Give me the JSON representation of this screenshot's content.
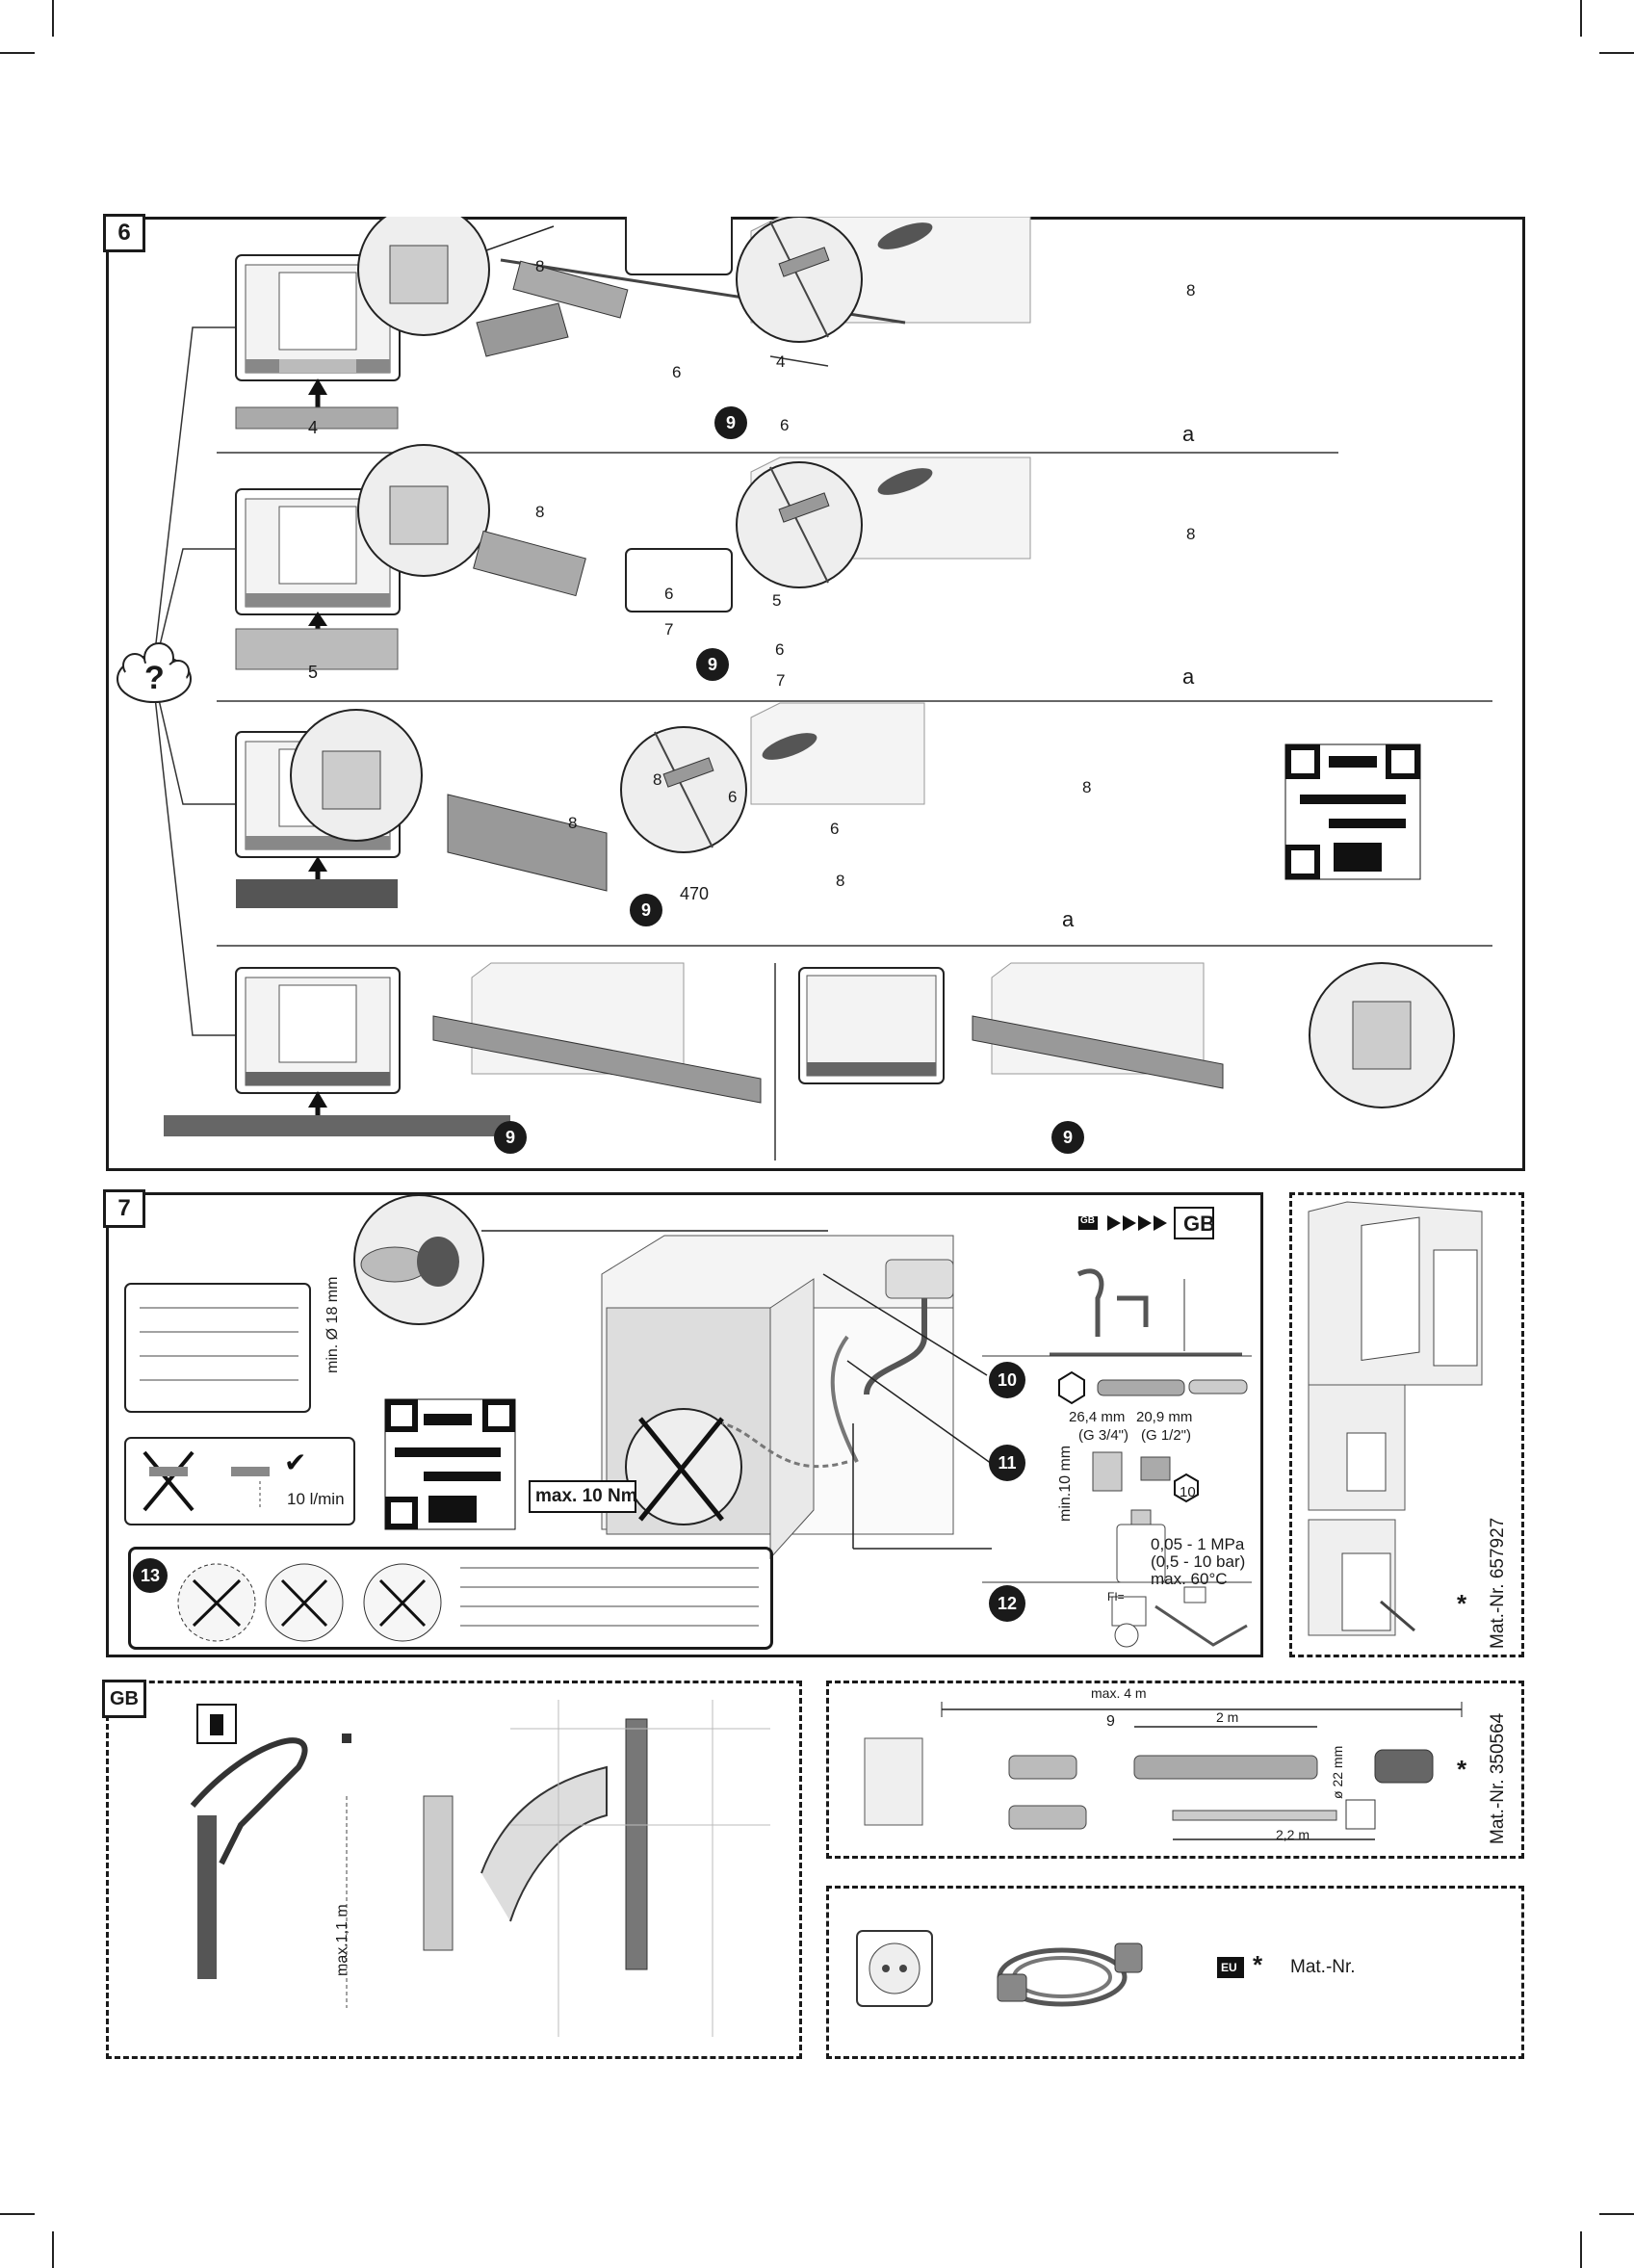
{
  "section6": {
    "step": "6",
    "question_mark": "?",
    "panel_labels": {
      "p4": "4",
      "p5": "5"
    },
    "rows": [
      {
        "hex_labels": [
          "8",
          "6",
          "4",
          "6",
          "8"
        ],
        "callout": "9",
        "dim": "a"
      },
      {
        "hex_labels": [
          "8",
          "6",
          "7",
          "5",
          "6",
          "7",
          "8"
        ],
        "callout": "9",
        "dim": "a"
      },
      {
        "hex_labels": [
          "8",
          "8",
          "6",
          "6",
          "8",
          "8"
        ],
        "callout": "9",
        "dim": "a",
        "length": "470"
      },
      {
        "callout_left": "9",
        "callout_right": "9"
      }
    ]
  },
  "section7": {
    "step": "7",
    "hose_diameter": "min. Ø 18 mm",
    "flow_rate": "10 l/min",
    "torque": "max. 10 Nm",
    "callouts": [
      "10",
      "11",
      "12",
      "13"
    ],
    "gb_arrow_label": "GB",
    "gb_box_label": "GB",
    "thread_size_1": "26,4 mm",
    "thread_size_1_sub": "(G 3/4\")",
    "thread_size_2": "20,9 mm",
    "thread_size_2_sub": "(G 1/2\")",
    "min_depth": "min.10 mm",
    "hex_label": "10",
    "pressure_1": "0,05 - 1 MPa",
    "pressure_2": "(0,5 - 10 bar)",
    "max_temp": "max. 60°C",
    "fi_label": "FI="
  },
  "side_panel": {
    "asterisk": "*",
    "mat_nr": "Mat.-Nr. 657927"
  },
  "gb_section": {
    "tag": "GB",
    "height_label": "max.1,1 m"
  },
  "hose_section": {
    "max_length": "max. 4 m",
    "callout": "9",
    "len_2m": "2 m",
    "diameter": "ø 22 mm",
    "len_22m": "2,2 m",
    "asterisk": "*",
    "mat_nr": "Mat.-Nr. 350564"
  },
  "power_section": {
    "eu_tag": "EU",
    "asterisk": "*",
    "mat_nr": "Mat.-Nr."
  }
}
